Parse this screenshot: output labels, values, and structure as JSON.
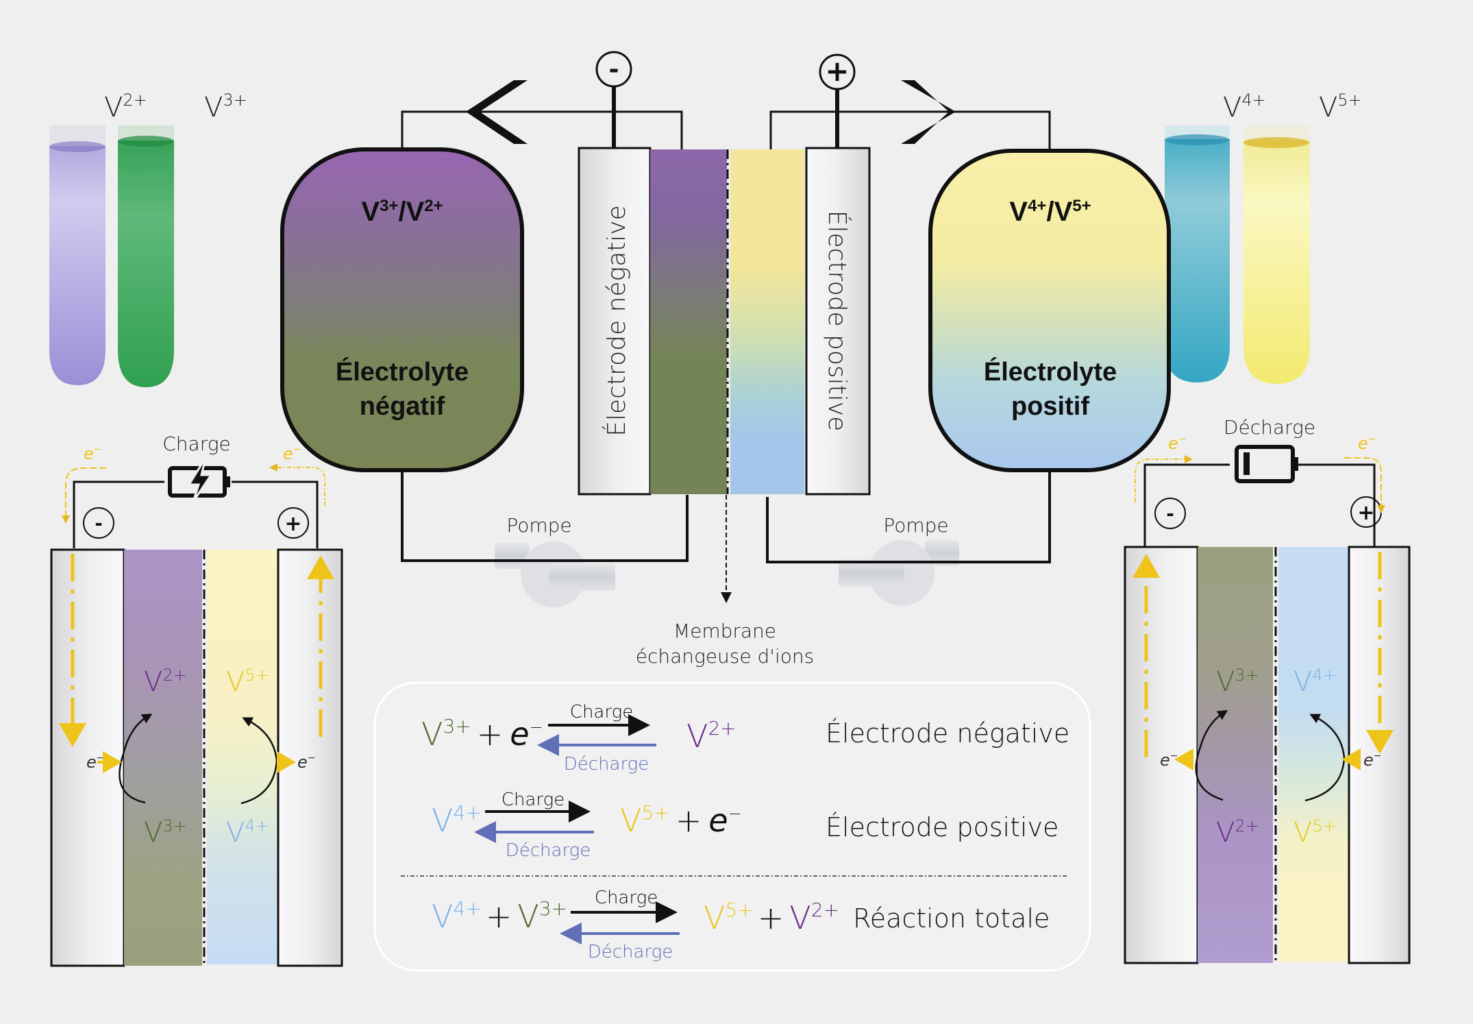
{
  "colors": {
    "background": "#efefef",
    "v2": "#6a2a8c",
    "v3": "#4f6a2c",
    "v4": "#7ab3e6",
    "v5": "#e8c61c",
    "discharge_arrow": "#5f6fb8",
    "electron": "#eec31a",
    "wire": "#111111"
  },
  "test_tubes": {
    "left": [
      {
        "ion": "V",
        "charge": "2+",
        "liquid": "#b3aee6"
      },
      {
        "ion": "V",
        "charge": "3+",
        "liquid": "#3aa35a"
      }
    ],
    "right": [
      {
        "ion": "V",
        "charge": "4+",
        "liquid": "#3aaec8"
      },
      {
        "ion": "V",
        "charge": "5+",
        "liquid": "#f3ee8a"
      }
    ]
  },
  "terminals": {
    "negative": "-",
    "positive": "+"
  },
  "tanks": {
    "negative": {
      "couple_a": "V",
      "couple_a_charge": "3+",
      "slash": "/",
      "couple_b": "V",
      "couple_b_charge": "2+",
      "label_line1": "Électrolyte",
      "label_line2": "négatif"
    },
    "positive": {
      "couple_a": "V",
      "couple_a_charge": "4+",
      "slash": "/",
      "couple_b": "V",
      "couple_b_charge": "5+",
      "label_line1": "Électrolyte",
      "label_line2": "positif"
    }
  },
  "cell": {
    "negative_electrode": "Électrode négative",
    "positive_electrode": "Électrode positive",
    "membrane_label_line1": "Membrane",
    "membrane_label_line2": "échangeuse d'ions"
  },
  "pumps": {
    "left": "Pompe",
    "right": "Pompe"
  },
  "charge_panel": {
    "title": "Charge",
    "electron": "e",
    "electron_sup": "−",
    "minus": "-",
    "plus": "+",
    "top_ion": {
      "sym": "V",
      "sup": "2+"
    },
    "bottom_ion": {
      "sym": "V",
      "sup": "3+"
    },
    "top_ion_right": {
      "sym": "V",
      "sup": "5+"
    },
    "bottom_ion_right": {
      "sym": "V",
      "sup": "4+"
    }
  },
  "discharge_panel": {
    "title": "Décharge",
    "electron": "e",
    "electron_sup": "−",
    "minus": "-",
    "plus": "+",
    "top_ion": {
      "sym": "V",
      "sup": "3+"
    },
    "bottom_ion": {
      "sym": "V",
      "sup": "2+"
    },
    "top_ion_right": {
      "sym": "V",
      "sup": "4+"
    },
    "bottom_ion_right": {
      "sym": "V",
      "sup": "5+"
    }
  },
  "equations": [
    {
      "lhs": [
        {
          "sym": "V",
          "sup": "3+",
          "color": "v3"
        },
        {
          "op": "+"
        },
        {
          "sym": "e",
          "sup": "−",
          "italic": true
        }
      ],
      "rhs": [
        {
          "sym": "V",
          "sup": "2+",
          "color": "v2"
        }
      ],
      "charge_label": "Charge",
      "discharge_label": "Décharge",
      "description": "Électrode négative"
    },
    {
      "lhs": [
        {
          "sym": "V",
          "sup": "4+",
          "color": "v4"
        }
      ],
      "rhs": [
        {
          "sym": "V",
          "sup": "5+",
          "color": "v5"
        },
        {
          "op": "+"
        },
        {
          "sym": "e",
          "sup": "−",
          "italic": true
        }
      ],
      "charge_label": "Charge",
      "discharge_label": "Décharge",
      "description": "Électrode positive"
    },
    {
      "lhs": [
        {
          "sym": "V",
          "sup": "4+",
          "color": "v4"
        },
        {
          "op": "+"
        },
        {
          "sym": "V",
          "sup": "3+",
          "color": "v3"
        }
      ],
      "rhs": [
        {
          "sym": "V",
          "sup": "5+",
          "color": "v5"
        },
        {
          "op": "+"
        },
        {
          "sym": "V",
          "sup": "2+",
          "color": "v2"
        }
      ],
      "charge_label": "Charge",
      "discharge_label": "Décharge",
      "description": "Réaction totale"
    }
  ]
}
